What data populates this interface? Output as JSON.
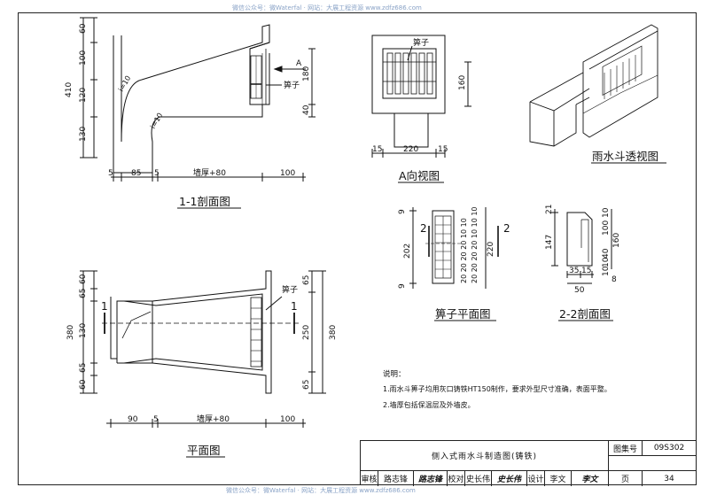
{
  "watermark_top": "微信公众号：微Waterfal · 网站：大展工程资源 www.zdfz686.com",
  "watermark_bottom": "微信公众号：微Waterfal · 网站：大展工程资源 www.zdfz686.com",
  "views": {
    "section_1_1": {
      "title": "1-1剖面图",
      "dims_left": [
        "60",
        "100",
        "120",
        "130"
      ],
      "dim_total": "410",
      "dims_right": [
        "180",
        "40"
      ],
      "dims_bottom": [
        "5",
        "85",
        "5",
        "墙厚+80",
        "100"
      ],
      "slope_marks": [
        "i=10",
        "i=10"
      ],
      "arrow_label": "A",
      "grate_label": "箅子"
    },
    "view_a": {
      "title": "A向视图",
      "grate_label": "箅子",
      "dim_right": "160",
      "dims_bottom": [
        "15",
        "220",
        "15"
      ]
    },
    "perspective": {
      "title": "雨水斗透视图"
    },
    "plan": {
      "title": "平面图",
      "dims_left": [
        "60",
        "65",
        "130",
        "65",
        "60"
      ],
      "dim_total": "380",
      "dims_right_outer": [
        "65",
        "250",
        "65"
      ],
      "dim_right_total": "380",
      "dims_bottom": [
        "90",
        "5",
        "墙厚+80",
        "100"
      ],
      "section_marks": [
        "1",
        "1"
      ],
      "grate_label": "箅子"
    },
    "grate_plan": {
      "title": "箅子平面图",
      "section_marks": [
        "2",
        "2"
      ],
      "dims_top": "20 20 20 20 10 10",
      "dims_bottom": "20 20 20 20 10 10 10",
      "dim_left": "202",
      "dim_left_small": [
        "9",
        "9"
      ],
      "dim_right": "220"
    },
    "section_2_2": {
      "title": "2-2剖面图",
      "dim_left": "147",
      "dim_left_small": "21",
      "dims_right": [
        "10",
        "100",
        "160",
        "40",
        "10",
        "10"
      ],
      "dims_bottom": [
        "35",
        "15"
      ],
      "dim_total": "50",
      "dim_small": "8"
    }
  },
  "notes": {
    "heading": "说明：",
    "items": [
      "1.雨水斗箅子均用灰口铸铁HT150制作，要求外型尺寸准确，表面平整。",
      "2.墙厚包括保温层及外墙皮。"
    ]
  },
  "title_block": {
    "drawing_title": "侧入式雨水斗制造图(铸铁)",
    "atlas_label": "图集号",
    "atlas_no": "09S302",
    "review_label": "审核",
    "reviewer": "路志锋",
    "check_label": "校对",
    "checker": "史长伟",
    "design_label": "设计",
    "designer": "李文",
    "page_label": "页",
    "page_no": "34"
  }
}
